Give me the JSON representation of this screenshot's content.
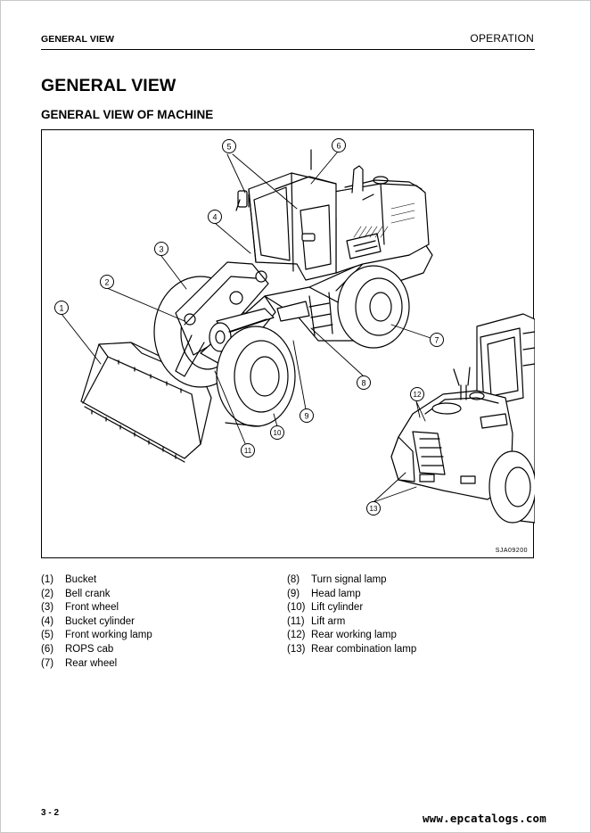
{
  "header": {
    "section_left": "GENERAL VIEW",
    "section_right": "OPERATION"
  },
  "titles": {
    "main": "GENERAL VIEW",
    "sub": "GENERAL VIEW OF MACHINE"
  },
  "figure": {
    "code": "SJA09200",
    "callouts": [
      "1",
      "2",
      "3",
      "4",
      "5",
      "6",
      "7",
      "8",
      "9",
      "10",
      "11",
      "12",
      "13"
    ]
  },
  "legend": {
    "left": [
      {
        "num": "(1)",
        "label": "Bucket"
      },
      {
        "num": "(2)",
        "label": "Bell crank"
      },
      {
        "num": "(3)",
        "label": "Front wheel"
      },
      {
        "num": "(4)",
        "label": "Bucket cylinder"
      },
      {
        "num": "(5)",
        "label": "Front working lamp"
      },
      {
        "num": "(6)",
        "label": "ROPS cab"
      },
      {
        "num": "(7)",
        "label": "Rear wheel"
      }
    ],
    "right": [
      {
        "num": "(8)",
        "label": "Turn signal lamp"
      },
      {
        "num": "(9)",
        "label": "Head lamp"
      },
      {
        "num": "(10)",
        "label": "Lift cylinder"
      },
      {
        "num": "(11)",
        "label": "Lift arm"
      },
      {
        "num": "(12)",
        "label": "Rear working lamp"
      },
      {
        "num": "(13)",
        "label": "Rear combination lamp"
      }
    ]
  },
  "footer": {
    "page_number": "3 - 2",
    "website": "www.epcatalogs.com"
  }
}
